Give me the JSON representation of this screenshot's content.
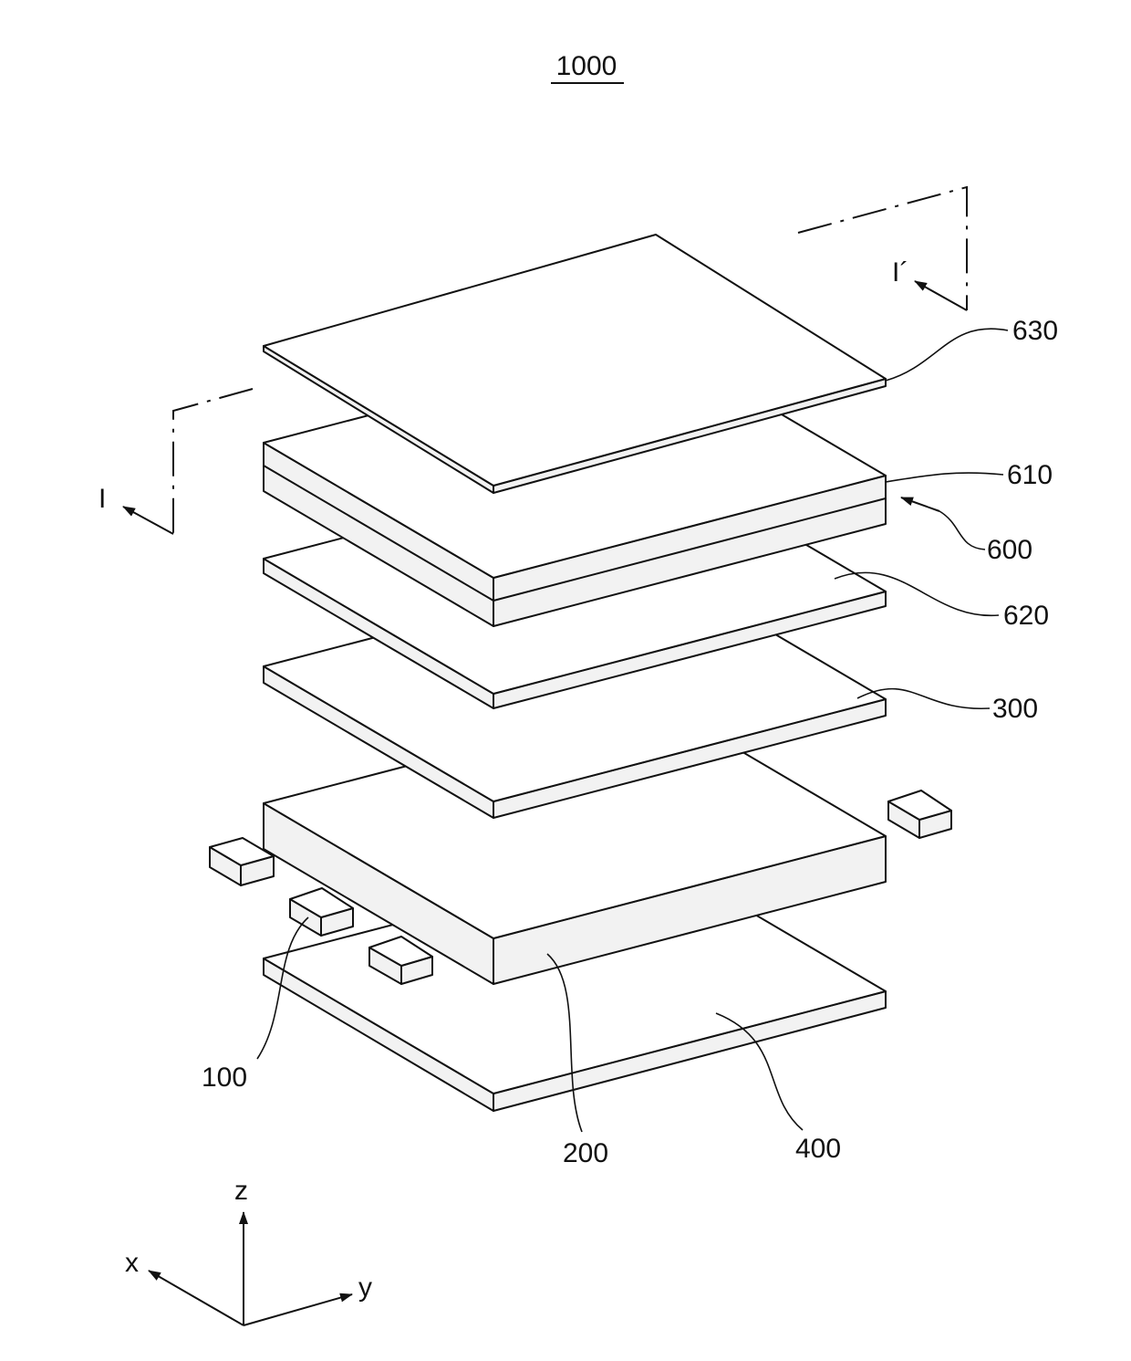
{
  "figure": {
    "title": "1000",
    "labels": {
      "l630": "630",
      "l610": "610",
      "l600": "600",
      "l620": "620",
      "l300": "300",
      "l100": "100",
      "l200": "200",
      "l400": "400",
      "section_left": "I",
      "section_right": "I´"
    },
    "axes": {
      "z": "z",
      "x": "x",
      "y": "y"
    }
  }
}
